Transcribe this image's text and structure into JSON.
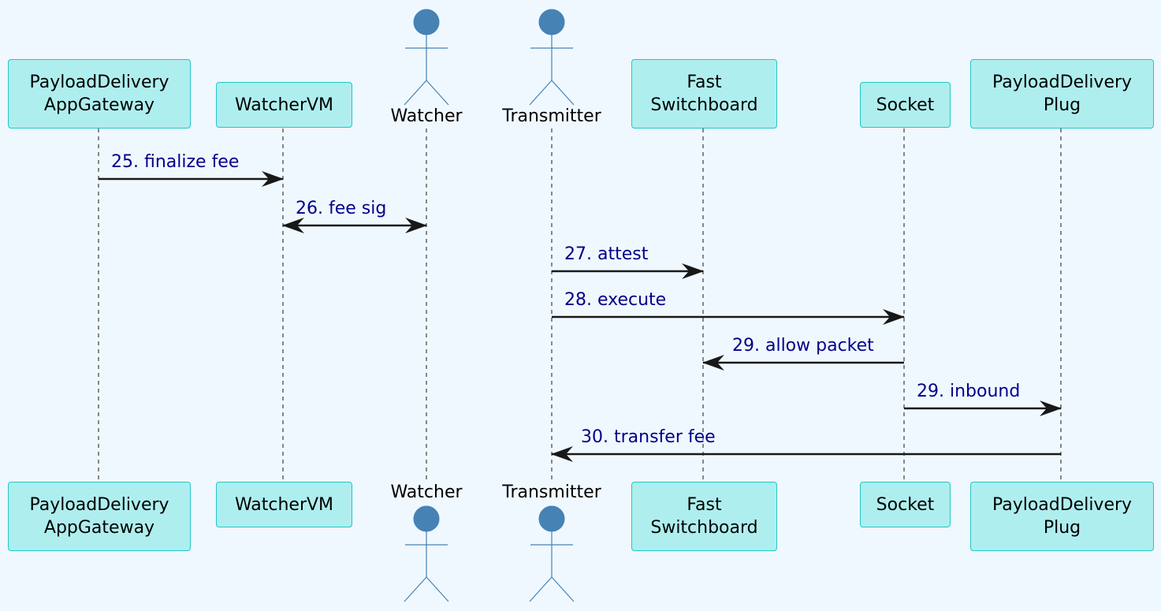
{
  "participants": {
    "gateway": {
      "kind": "box",
      "lines": [
        "PayloadDelivery",
        "AppGateway"
      ]
    },
    "watchervm": {
      "kind": "box",
      "lines": [
        "WatcherVM"
      ]
    },
    "watcher": {
      "kind": "actor",
      "label": "Watcher"
    },
    "transmitter": {
      "kind": "actor",
      "label": "Transmitter"
    },
    "switchboard": {
      "kind": "box",
      "lines": [
        "Fast",
        "Switchboard"
      ]
    },
    "socket": {
      "kind": "box",
      "lines": [
        "Socket"
      ]
    },
    "plug": {
      "kind": "box",
      "lines": [
        "PayloadDelivery",
        "Plug"
      ]
    }
  },
  "messages": [
    {
      "label": "25. finalize fee",
      "from": "gateway",
      "to": "watchervm",
      "bidirectional": false
    },
    {
      "label": "26. fee sig",
      "from": "watchervm",
      "to": "watcher",
      "bidirectional": true
    },
    {
      "label": "27. attest",
      "from": "transmitter",
      "to": "switchboard",
      "bidirectional": false
    },
    {
      "label": "28. execute",
      "from": "transmitter",
      "to": "socket",
      "bidirectional": false
    },
    {
      "label": "29. allow packet",
      "from": "socket",
      "to": "switchboard",
      "bidirectional": false
    },
    {
      "label": "29. inbound",
      "from": "socket",
      "to": "plug",
      "bidirectional": false
    },
    {
      "label": "30. transfer fee",
      "from": "plug",
      "to": "transmitter",
      "bidirectional": false
    }
  ],
  "colors": {
    "background": "#f0f8ff",
    "box_fill": "#afeeee",
    "box_border": "#20c7c7",
    "actor_fill": "#4682b4",
    "message_text": "#00008b",
    "arrow": "#181818"
  }
}
